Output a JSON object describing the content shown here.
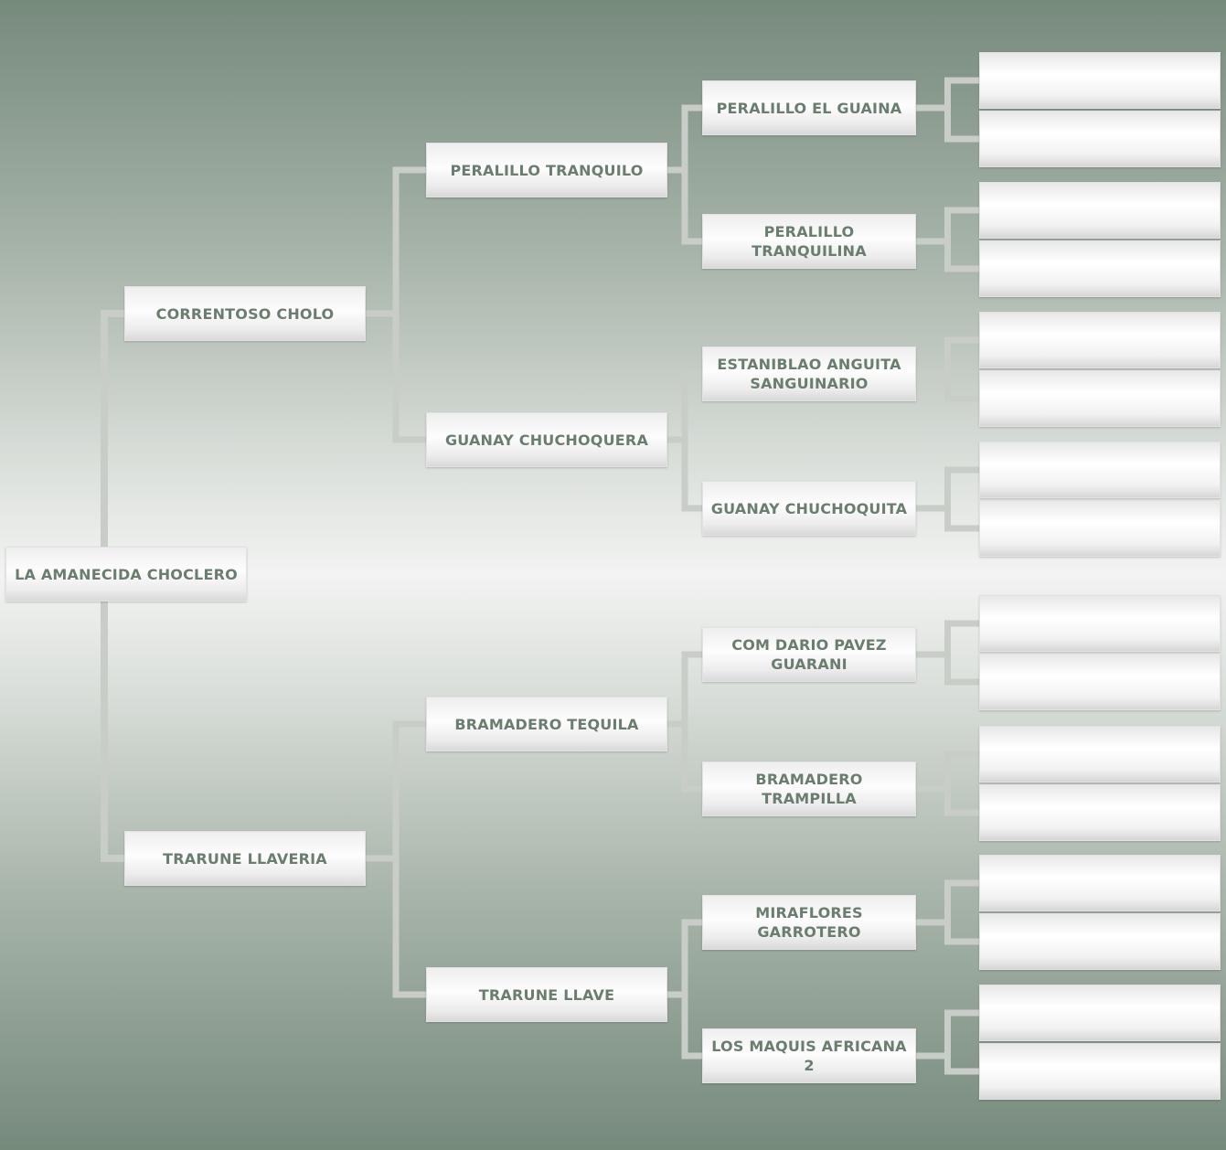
{
  "pedigree": {
    "subject": "LA AMANECIDA CHOCLERO",
    "sire": "CORRENTOSO CHOLO",
    "dam": "TRARUNE LLAVERIA",
    "sire_sire": "PERALILLO TRANQUILO",
    "sire_dam": "GUANAY CHUCHOQUERA",
    "dam_sire": "BRAMADERO TEQUILA",
    "dam_dam": "TRARUNE LLAVE",
    "gen3": [
      "PERALILLO EL GUAINA",
      "PERALILLO TRANQUILINA",
      "ESTANIBLAO ANGUITA SANGUINARIO",
      "GUANAY CHUCHOQUITA",
      "COM DARIO PAVEZ GUARANI",
      "BRAMADERO TRAMPILLA",
      "MIRAFLORES GARROTERO",
      "LOS MAQUIS AFRICANA 2"
    ],
    "gen4": [
      "",
      "",
      "",
      "",
      "",
      "",
      "",
      "",
      "",
      "",
      "",
      "",
      "",
      "",
      "",
      ""
    ]
  },
  "colors": {
    "text": "#6b7d6f",
    "connector": "#c8cdc8",
    "background_dark": "#768a7c",
    "background_light": "#f2f3f2"
  }
}
